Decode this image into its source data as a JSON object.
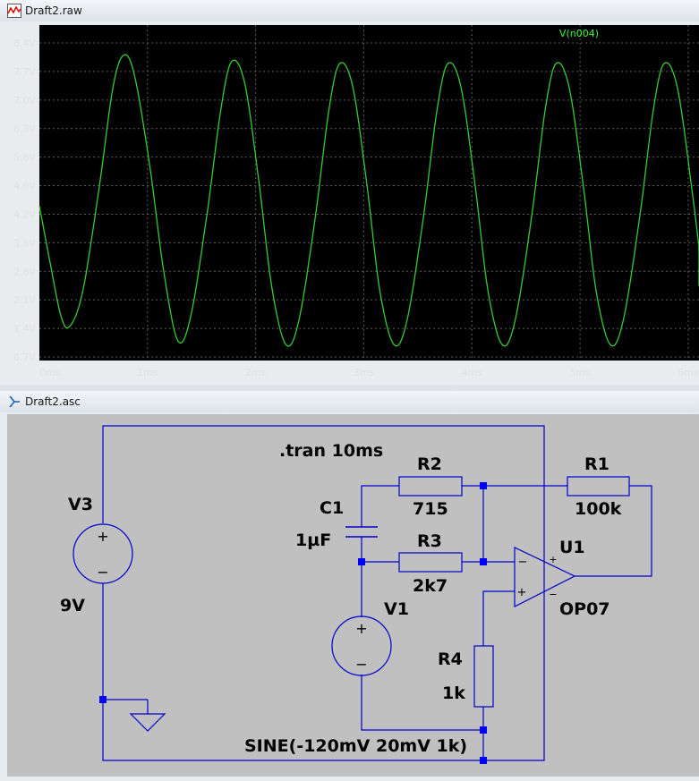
{
  "waveform_window": {
    "title": "Draft2.raw",
    "icon": "waveform-icon"
  },
  "schematic_window": {
    "title": "Draft2.asc",
    "icon": "schematic-icon"
  },
  "colors": {
    "plot_bg": "#000000",
    "trace": "#33cc33",
    "grid": "#5a5a5a",
    "axis_text": "#e0e0e0",
    "trace_label": "#33ff33",
    "schematic_bg": "#c0c0c0",
    "wire": "#0000cc",
    "node_dot": "#0000ff"
  },
  "chart_data": {
    "type": "line",
    "series": [
      {
        "name": "V(n004)"
      }
    ],
    "x_ticks": [
      "0ms",
      "1ms",
      "2ms",
      "3ms",
      "4ms",
      "5ms",
      "6ms"
    ],
    "y_ticks": [
      "0.7V",
      "1.4V",
      "2.1V",
      "2.8V",
      "3.5V",
      "4.2V",
      "4.9V",
      "5.6V",
      "6.3V",
      "7.0V",
      "7.7V",
      "8.4V"
    ],
    "xlim": [
      0,
      6.1
    ],
    "ylim": [
      0.7,
      8.4
    ],
    "grid": true,
    "legend": "top-right",
    "points": [
      [
        0,
        4.4
      ],
      [
        0.1,
        3.0
      ],
      [
        0.2,
        1.7
      ],
      [
        0.28,
        1.45
      ],
      [
        0.4,
        2.3
      ],
      [
        0.55,
        4.8
      ],
      [
        0.68,
        7.3
      ],
      [
        0.78,
        8.1
      ],
      [
        0.88,
        7.6
      ],
      [
        1.02,
        5.4
      ],
      [
        1.15,
        2.8
      ],
      [
        1.28,
        1.1
      ],
      [
        1.4,
        1.7
      ],
      [
        1.55,
        4.2
      ],
      [
        1.68,
        6.8
      ],
      [
        1.78,
        7.95
      ],
      [
        1.9,
        7.4
      ],
      [
        2.03,
        5.0
      ],
      [
        2.15,
        2.4
      ],
      [
        2.28,
        1.0
      ],
      [
        2.4,
        1.6
      ],
      [
        2.55,
        4.1
      ],
      [
        2.68,
        6.8
      ],
      [
        2.78,
        7.9
      ],
      [
        2.9,
        7.3
      ],
      [
        3.03,
        4.9
      ],
      [
        3.15,
        2.3
      ],
      [
        3.28,
        1.0
      ],
      [
        3.4,
        1.6
      ],
      [
        3.55,
        4.1
      ],
      [
        3.68,
        6.8
      ],
      [
        3.78,
        7.9
      ],
      [
        3.9,
        7.3
      ],
      [
        4.03,
        4.9
      ],
      [
        4.15,
        2.3
      ],
      [
        4.28,
        1.0
      ],
      [
        4.4,
        1.6
      ],
      [
        4.55,
        4.1
      ],
      [
        4.68,
        6.8
      ],
      [
        4.78,
        7.9
      ],
      [
        4.9,
        7.3
      ],
      [
        5.03,
        4.9
      ],
      [
        5.15,
        2.3
      ],
      [
        5.28,
        1.0
      ],
      [
        5.4,
        1.6
      ],
      [
        5.55,
        4.1
      ],
      [
        5.68,
        6.8
      ],
      [
        5.78,
        7.9
      ],
      [
        5.9,
        7.3
      ],
      [
        6.03,
        4.9
      ],
      [
        6.15,
        2.3
      ]
    ]
  },
  "schematic": {
    "directive": ".tran 10ms",
    "components": {
      "V3": {
        "name": "V3",
        "value": "9V"
      },
      "V1": {
        "name": "V1",
        "value": "SINE(-120mV 20mV 1k)"
      },
      "C1": {
        "name": "C1",
        "value": "1µF"
      },
      "R1": {
        "name": "R1",
        "value": "100k"
      },
      "R2": {
        "name": "R2",
        "value": "715"
      },
      "R3": {
        "name": "R3",
        "value": "2k7"
      },
      "R4": {
        "name": "R4",
        "value": "1k"
      },
      "U1": {
        "name": "U1",
        "value": "OP07"
      }
    },
    "pin_marks": {
      "plus": "+",
      "minus": "−"
    }
  }
}
